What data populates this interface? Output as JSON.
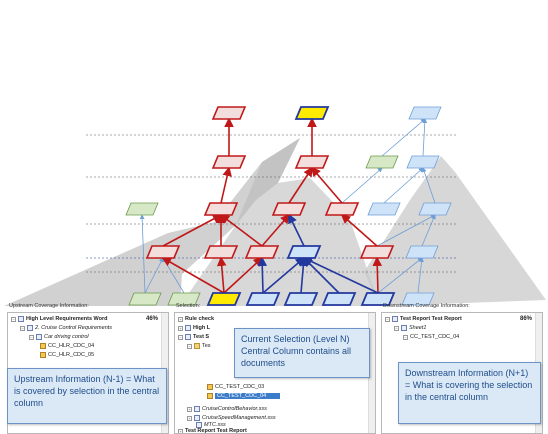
{
  "colors": {
    "upstream_fill": "#d6e8c6",
    "upstream_stroke": "#6b9a4c",
    "current_fill": "#f3dede",
    "current_stroke": "#c01818",
    "selected_fill": "#ffea00",
    "downstream_fill": "#cfe3f8",
    "downstream_stroke": "#6d9ed6",
    "blue_path": "#23389e",
    "fan": "#8a8a8a",
    "callout_bg": "#dbe8f5",
    "callout_text": "#1f4e8c"
  },
  "panels": {
    "upstream": {
      "title": "Upstream Coverage Information:",
      "rows": [
        "High Level Requirements   Word",
        "2. Cruise Control Requirements",
        "Car driving control",
        "CC_HLR_CDC_04",
        "CC_HLR_CDC_05"
      ],
      "percent": "46%"
    },
    "selection": {
      "title": "Selection:",
      "rows": [
        "Rule check",
        "High L",
        "Test S",
        "Tes",
        "CC_TEST_CDC_03",
        "CC_TEST_CDC_04",
        "CruiseControlBehavior.sss",
        "CruiseSpeedManagement.sss",
        "MTC.sss",
        "Test Report   Test Report"
      ]
    },
    "downstream": {
      "title": "Downstream Coverage Information:",
      "rows": [
        "Test Report   Test Report",
        "Sheet1",
        "CC_TEST_CDC_04"
      ],
      "percent": "86%"
    }
  },
  "callouts": {
    "upstream": "Upstream Information (N-1) = What is covered by selection in the central column",
    "current": "Current Selection (Level N) Central Column contains all documents",
    "downstream": "Downstream Information (N+1) = What is covering the selection in the central column"
  }
}
